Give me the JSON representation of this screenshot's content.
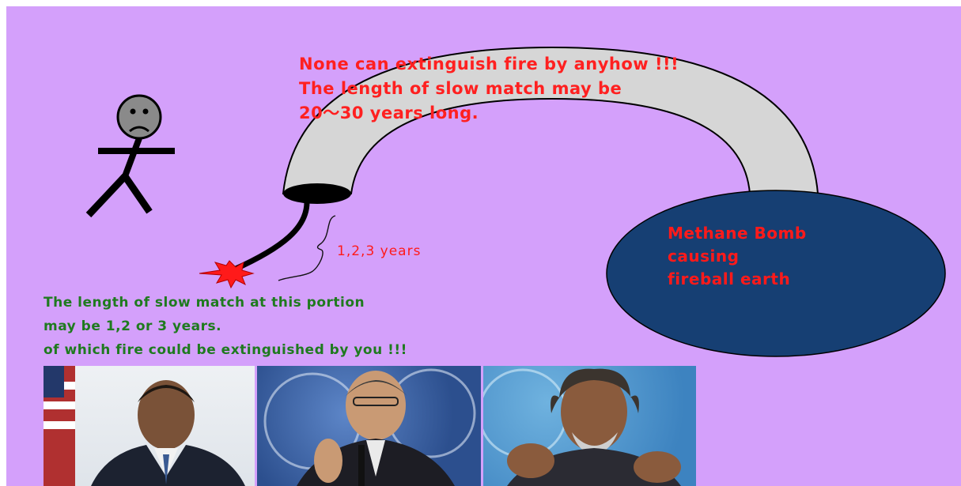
{
  "warning_text": {
    "line1": "None can extinguish fire by anyhow !!!",
    "line2": "The length of slow match may be",
    "line3": "20〜30 years long."
  },
  "bomb_text": {
    "line1": "Methane Bomb",
    "line2": "causing",
    "line3": "fireball earth"
  },
  "duration_label": "1,2,3 years",
  "green_text": {
    "line1": "The length of slow match at this portion",
    "line2": "may be 1,2 or 3 years.",
    "line3": "of which fire could be extinguished by you !!!"
  },
  "colors": {
    "background": "#d4a0fb",
    "warning_text": "#ff2020",
    "green_text": "#1f7a1f",
    "bomb_fill": "#163f73",
    "tube_fill": "#d6d6d6",
    "spark": "#ff1a1a"
  },
  "icons": [
    "sad-stick-figure-icon",
    "spark-icon",
    "curly-brace-icon"
  ]
}
